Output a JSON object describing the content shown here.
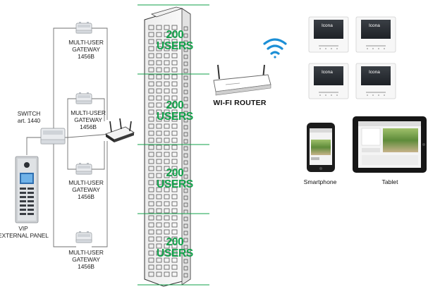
{
  "gateways": [
    {
      "line1": "MULTI-USER",
      "line2": "GATEWAY",
      "line3": "1456B"
    },
    {
      "line1": "MULTI-USER",
      "line2": "GATEWAY",
      "line3": "1456B"
    },
    {
      "line1": "MULTI-USER",
      "line2": "GATEWAY",
      "line3": "1456B"
    },
    {
      "line1": "MULTI-USER",
      "line2": "GATEWAY",
      "line3": "1456B"
    }
  ],
  "switch": {
    "line1": "SWITCH",
    "line2": "art. 1440"
  },
  "panel": {
    "line1": "VIP",
    "line2": "EXTERNAL PANEL"
  },
  "zones": [
    {
      "count": "200",
      "unit": "USERS"
    },
    {
      "count": "200",
      "unit": "USERS"
    },
    {
      "count": "200",
      "unit": "USERS"
    },
    {
      "count": "200",
      "unit": "USERS"
    }
  ],
  "router": {
    "label": "WI-FI ROUTER"
  },
  "monitors": [
    {
      "brand": "Icona"
    },
    {
      "brand": "Icona"
    },
    {
      "brand": "Icona"
    },
    {
      "brand": "Icona"
    }
  ],
  "smartphone": {
    "label": "Smartphone"
  },
  "tablet": {
    "label": "Tablet"
  },
  "colors": {
    "accent_green": "#12a14a",
    "wifi_blue": "#1c8fd6"
  }
}
